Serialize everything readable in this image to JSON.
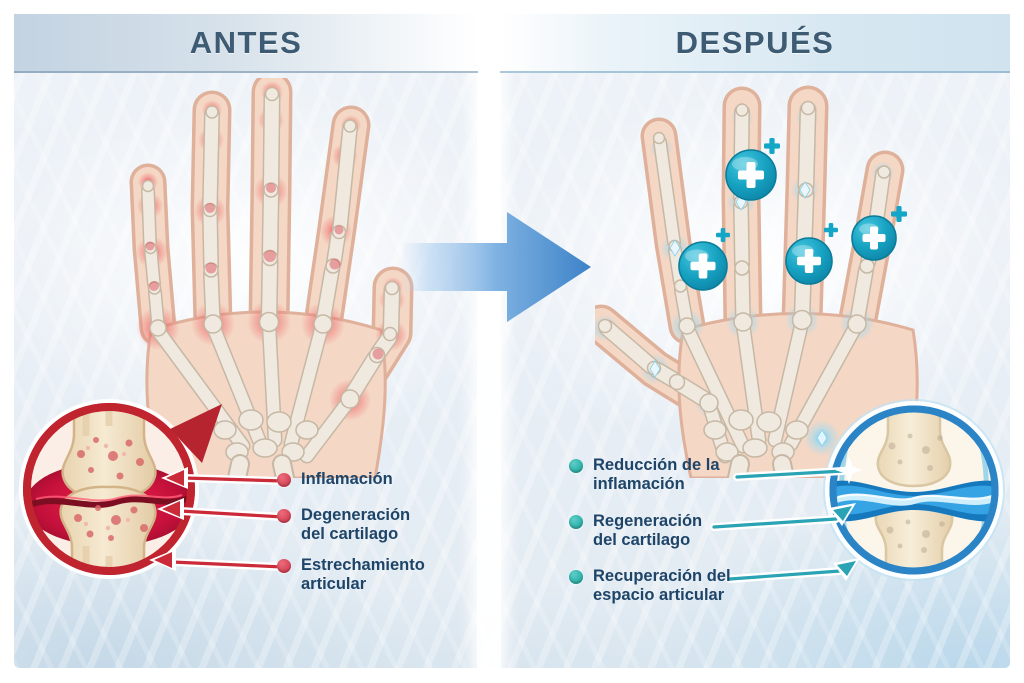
{
  "before_panel": {
    "title": "ANTES",
    "items": [
      {
        "line1": "Inflamación",
        "line2": ""
      },
      {
        "line1": "Degeneración",
        "line2": "del cartilago"
      },
      {
        "line1": "Estrechamiento",
        "line2": "articular"
      }
    ],
    "bullet_color": "#d7485a",
    "inset_ring_color": "#c0242e",
    "joint_state": "inflamed"
  },
  "after_panel": {
    "title": "DESPUÉS",
    "items": [
      {
        "line1": "Reducción de la",
        "line2": "inflamación"
      },
      {
        "line1": "Regeneración",
        "line2": "del cartilago"
      },
      {
        "line1": "Recuperación del",
        "line2": "espacio articular"
      }
    ],
    "bullet_color": "#2fb3ab",
    "inset_ring_color": "#2b84c5",
    "joint_state": "healthy"
  },
  "icons": {
    "transition_arrow": "arrow-right-icon",
    "plus_badge": "plus-badge-icon",
    "sparkle": "sparkle-plus-icon"
  },
  "colors": {
    "title_text": "#3e5b74",
    "label_text": "#1e4468",
    "arrow_blue": "#3c82c8",
    "badge_teal": "#119bb9",
    "inflammation_red": "#e02140",
    "cartilage_blue": "#2e9fe0"
  }
}
